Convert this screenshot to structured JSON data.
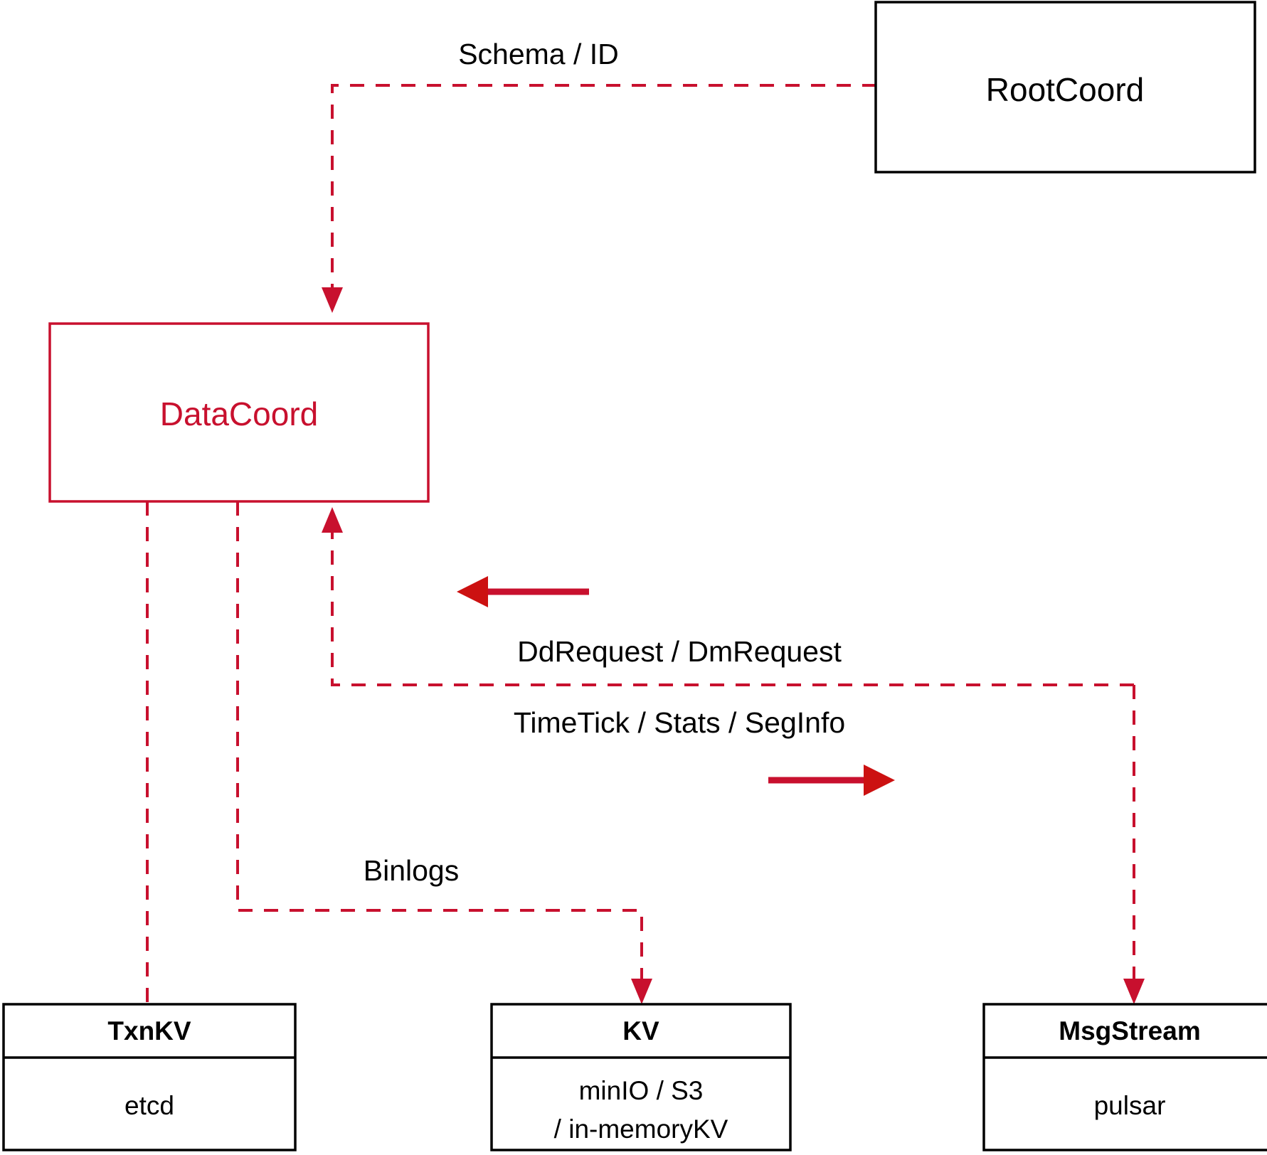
{
  "diagram": {
    "type": "flow-diagram",
    "title": "",
    "colors": {
      "accent_red": "#c8102e",
      "arrow_red": "#cc1111",
      "node_border": "#000000",
      "background": "#ffffff"
    },
    "nodes": [
      {
        "id": "rootcoord",
        "label": "RootCoord",
        "style": "black-box"
      },
      {
        "id": "datacoord",
        "label": "DataCoord",
        "style": "red-box"
      },
      {
        "id": "txnkv",
        "label": "TxnKV",
        "sublabel": "etcd",
        "style": "black-box-split"
      },
      {
        "id": "kv",
        "label": "KV",
        "sublabel_line1": "minIO / S3",
        "sublabel_line2": "/ in-memoryKV",
        "style": "black-box-split"
      },
      {
        "id": "msgstream",
        "label": "MsgStream",
        "sublabel": "pulsar",
        "style": "black-box-split"
      }
    ],
    "edges": [
      {
        "id": "schema-id",
        "label": "Schema / ID",
        "from": "rootcoord",
        "to": "datacoord",
        "style": "dashed-red-arrow"
      },
      {
        "id": "dd-dm-request",
        "label": "DdRequest / DmRequest",
        "from": "msgstream",
        "to": "datacoord",
        "style": "dashed-red-arrow"
      },
      {
        "id": "timetick-stats-seginfo",
        "label": "TimeTick / Stats / SegInfo",
        "from": "datacoord",
        "to": "msgstream",
        "style": "dashed-red-arrow"
      },
      {
        "id": "binlogs",
        "label": "Binlogs",
        "from": "datacoord",
        "to": "kv",
        "style": "dashed-red-arrow"
      },
      {
        "id": "datacoord-txnkv",
        "label": "",
        "from": "datacoord",
        "to": "txnkv",
        "style": "dashed-red-line"
      }
    ]
  }
}
